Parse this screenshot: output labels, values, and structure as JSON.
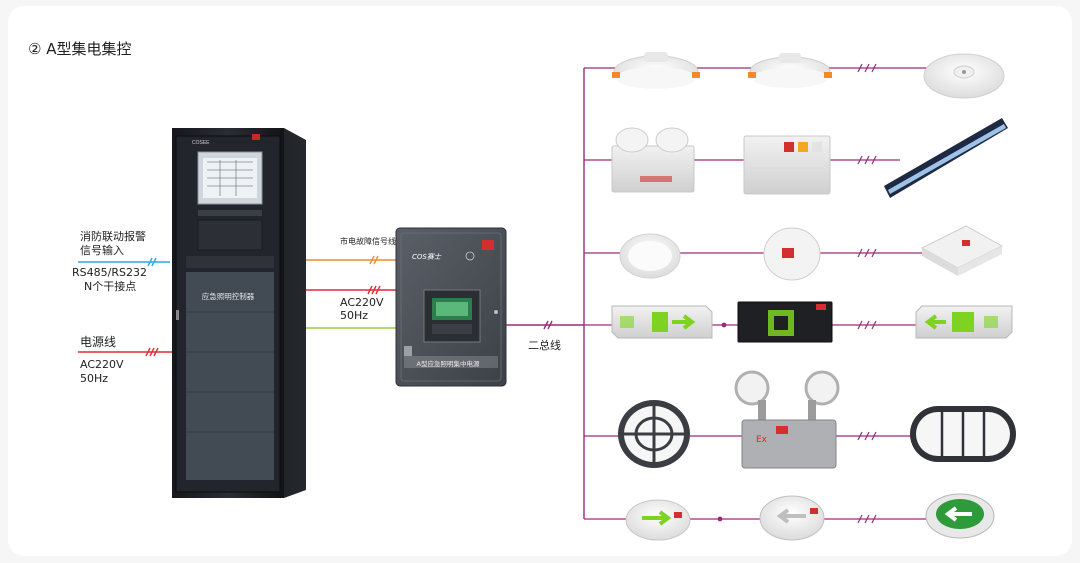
{
  "title": "② A型集电集控",
  "left_labels": {
    "fire_signal_line1": "消防联动报警",
    "fire_signal_line2": "信号输入",
    "rs485": "RS485/RS232",
    "dry_contact": "N个干接点",
    "power_line": "电源线",
    "ac_voltage": "AC220V",
    "ac_freq": "50Hz"
  },
  "cabinet": {
    "brand": "COSEE",
    "label": "应急照明控制器"
  },
  "middle_labels": {
    "mains_fault_signal": "市电故障信号线",
    "ac_voltage": "AC220V",
    "ac_freq": "50Hz"
  },
  "controller": {
    "brand": "COS赛士",
    "model_text": "A型应急照明集中电源"
  },
  "bus_label": "二总线",
  "colors": {
    "signal_line": "#2ea9df",
    "power_line": "#e02a36",
    "mains_fault_line": "#f08a2a",
    "ac_line": "#9ccc3c",
    "bus_line": "#9b2a7a",
    "exit_sign_green": "#7ed321",
    "cabinet_dark": "#1b1d22"
  },
  "fixtures_rows": [
    [
      "downlight",
      "downlight",
      "ceiling-sensor-light"
    ],
    [
      "twin-spot-exit",
      "panel-box",
      "tube-light"
    ],
    [
      "round-ceiling-light",
      "globe-light",
      "square-ceiling-light"
    ],
    [
      "exit-sign-right",
      "exit-sign-black",
      "exit-sign-left"
    ],
    [
      "caged-light",
      "explosion-proof-twin",
      "bulkhead-light"
    ],
    [
      "floor-arrow-right",
      "floor-arrow-left",
      "floor-arrow-green"
    ]
  ]
}
